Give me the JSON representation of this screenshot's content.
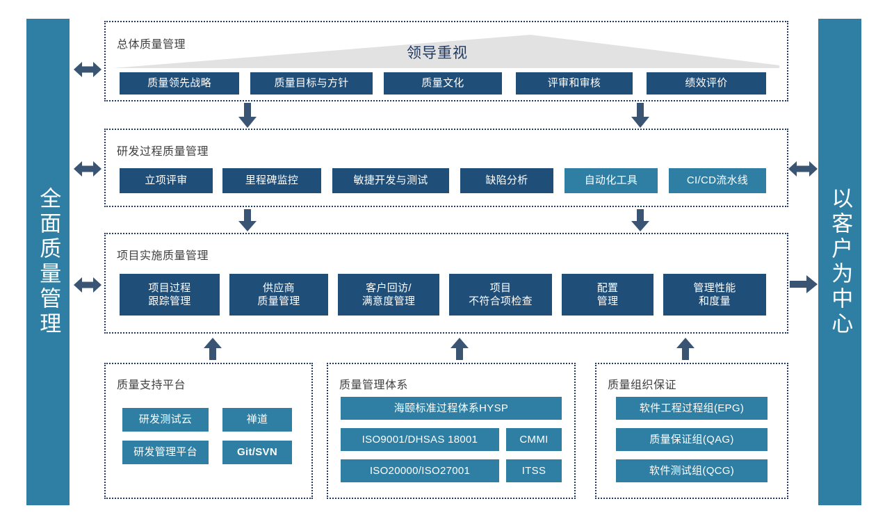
{
  "colors": {
    "navy": "#1F4E79",
    "teal": "#2E7FA3",
    "arrow": "#3A5574",
    "dotted_border": "#1F3864",
    "triangle": "#E2E2E2",
    "title_text": "#404040",
    "banner_text": "#1F3864"
  },
  "left_pillar": {
    "label": "全面质量管理"
  },
  "right_pillar": {
    "label": "以客户为中心"
  },
  "banner": {
    "label": "领导重视"
  },
  "sections": [
    {
      "id": "overall-quality-management",
      "title": "总体质量管理",
      "items": [
        {
          "label": "质量领先战略",
          "style": "navy"
        },
        {
          "label": "质量目标与方针",
          "style": "navy"
        },
        {
          "label": "质量文化",
          "style": "navy"
        },
        {
          "label": "评审和审核",
          "style": "navy"
        },
        {
          "label": "绩效评价",
          "style": "navy"
        }
      ]
    },
    {
      "id": "rd-process-quality-management",
      "title": "研发过程质量管理",
      "items": [
        {
          "label": "立项评审",
          "style": "navy"
        },
        {
          "label": "里程碑监控",
          "style": "navy"
        },
        {
          "label": "敏捷开发与测试",
          "style": "navy"
        },
        {
          "label": "缺陷分析",
          "style": "navy"
        },
        {
          "label": "自动化工具",
          "style": "teal"
        },
        {
          "label": "CI/CD流水线",
          "style": "teal"
        }
      ]
    },
    {
      "id": "project-implementation-quality-management",
      "title": "项目实施质量管理",
      "items": [
        {
          "label": "项目过程\n跟踪管理",
          "style": "navy"
        },
        {
          "label": "供应商\n质量管理",
          "style": "navy"
        },
        {
          "label": "客户回访/\n满意度管理",
          "style": "navy"
        },
        {
          "label": "项目\n不符合项检查",
          "style": "navy"
        },
        {
          "label": "配置\n管理",
          "style": "navy"
        },
        {
          "label": "管理性能\n和度量",
          "style": "navy"
        }
      ]
    },
    {
      "id": "quality-support-platform",
      "title": "质量支持平台",
      "items": [
        {
          "label": "研发测试云",
          "style": "teal",
          "bold": false
        },
        {
          "label": "禅道",
          "style": "teal",
          "bold": false
        },
        {
          "label": "研发管理平台",
          "style": "teal",
          "bold": false
        },
        {
          "label": "Git/SVN",
          "style": "teal",
          "bold": true
        }
      ]
    },
    {
      "id": "quality-management-system",
      "title": "质量管理体系",
      "items": [
        {
          "label": "海颐标准过程体系HYSP",
          "style": "teal"
        },
        {
          "label": "ISO9001/DHSAS 18001",
          "style": "teal"
        },
        {
          "label": "CMMI",
          "style": "teal"
        },
        {
          "label": "ISO20000/ISO27001",
          "style": "teal"
        },
        {
          "label": "ITSS",
          "style": "teal"
        }
      ]
    },
    {
      "id": "quality-organization-assurance",
      "title": "质量组织保证",
      "items": [
        {
          "label": "软件工程过程组(EPG)",
          "style": "teal"
        },
        {
          "label": "质量保证组(QAG)",
          "style": "teal"
        },
        {
          "label": "软件测试组(QCG)",
          "style": "teal"
        }
      ]
    }
  ],
  "arrows": [
    {
      "name": "left-arrow-overall",
      "direction": "left-right"
    },
    {
      "name": "left-arrow-rd-process",
      "direction": "left-right"
    },
    {
      "name": "left-arrow-project",
      "direction": "left-right"
    },
    {
      "name": "right-arrow-rd-process",
      "direction": "left-right"
    },
    {
      "name": "right-arrow-project",
      "direction": "right"
    },
    {
      "name": "down-arrow-overall-to-rd-left",
      "direction": "down"
    },
    {
      "name": "down-arrow-overall-to-rd-right",
      "direction": "down"
    },
    {
      "name": "down-arrow-rd-to-project-left",
      "direction": "down"
    },
    {
      "name": "down-arrow-rd-to-project-right",
      "direction": "down"
    },
    {
      "name": "up-arrow-support-to-project",
      "direction": "up"
    },
    {
      "name": "up-arrow-system-to-project",
      "direction": "up"
    },
    {
      "name": "up-arrow-organization-to-project",
      "direction": "up"
    }
  ]
}
